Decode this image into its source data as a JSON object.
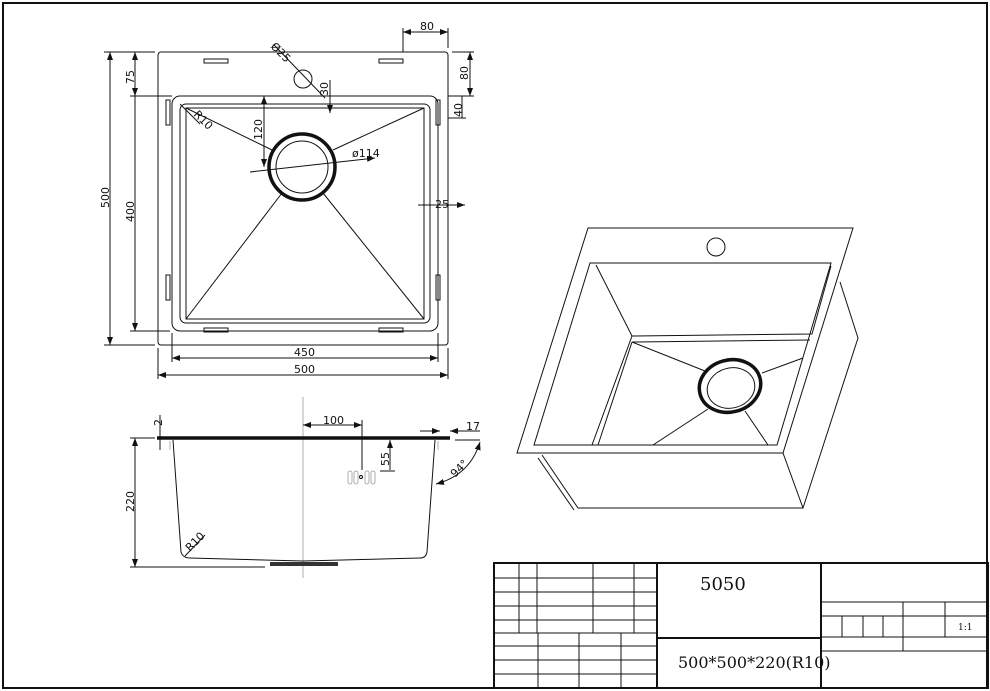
{
  "plan_view": {
    "dims": {
      "tap_offset_right": "80",
      "tap_from_top": "80",
      "rim_to_bowl": "40",
      "side_flange": "25",
      "tap_hole_dia": "Ø25",
      "tap_to_bowl": "30",
      "corner_radius": "R10",
      "drain_from_back": "120",
      "drain_dia": "ø114",
      "top_flange": "75",
      "overall_depth": "500",
      "bowl_depth": "400",
      "bowl_width": "450",
      "overall_width": "500"
    }
  },
  "side_view": {
    "dims": {
      "rim_thickness": "2",
      "overflow_offset": "100",
      "flange_lip": "17",
      "overflow_height": "55",
      "wall_angle": "94°",
      "bowl_height": "220",
      "bottom_radius": "R10"
    }
  },
  "title_block": {
    "model": "5050",
    "size": "500*500*220(R10)",
    "scale": "1:1"
  }
}
